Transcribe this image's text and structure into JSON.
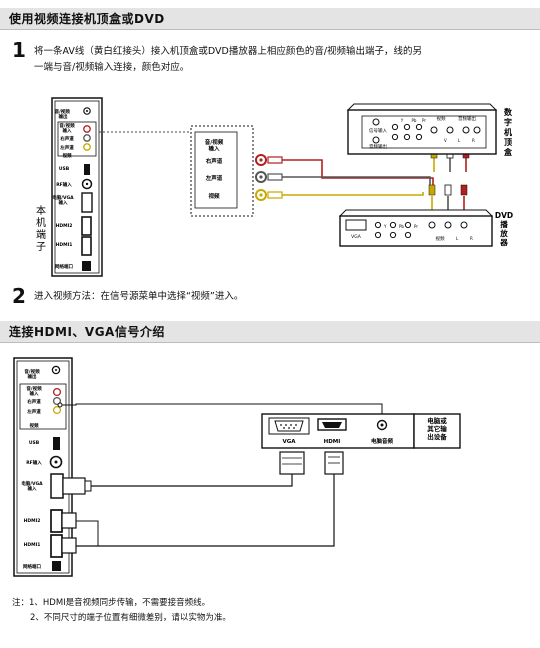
{
  "section1": {
    "title": "使用视频连接机顶盒或DVD"
  },
  "step1": {
    "num": "1",
    "line1": "将一条AV线（黄白红接头）接入机顶盒或DVD播放器上相应颜色的音/视频输出端子，线的另",
    "line2": "一端与音/视频输入连接，颜色对应。"
  },
  "tv_panel": {
    "av_out": "音/视频\n输出",
    "av_in": "音/视频\n输入",
    "right": "右声道",
    "left": "左声道",
    "video": "视频",
    "usb": "USB",
    "rf": "RF输入",
    "pc_vga": "电脑/VGA\n输入",
    "hdmi2": "HDMI2",
    "hdmi1": "HDMI1",
    "lan": "网络端口",
    "side_label": "本机端子"
  },
  "zoom_box": {
    "av_in": "音/视频\n输入",
    "right": "右声道",
    "left": "左声道",
    "video": "视频"
  },
  "stb": {
    "label": "数字机顶盒",
    "signal_in": "信号输入",
    "audio_out_left": "音频输出",
    "video_hdr": "视频",
    "audio_hdr": "音频输出",
    "y": "Y",
    "pb": "Pb",
    "pr": "Pr",
    "v": "V",
    "l": "L",
    "r": "R"
  },
  "dvd": {
    "label": "DVD播放器",
    "vga": "VGA",
    "y": "Y",
    "pb": "Pb",
    "pr": "Pr",
    "video": "视频",
    "l": "L",
    "r": "R"
  },
  "step2": {
    "num": "2",
    "text": "进入视频方法：在信号源菜单中选择“视频”进入。"
  },
  "section2": {
    "title": "连接HDMI、VGA信号介绍"
  },
  "pc": {
    "label": "电脑或\n其它输\n出设备",
    "vga": "VGA",
    "hdmi": "HDMI",
    "audio": "电脑音频"
  },
  "notes": {
    "line1": "注：1、HDMI是音视频同步传输，不需要接音频线。",
    "line2": "2、不同尺寸的端子位置有细微差别，请以实物为准。"
  }
}
